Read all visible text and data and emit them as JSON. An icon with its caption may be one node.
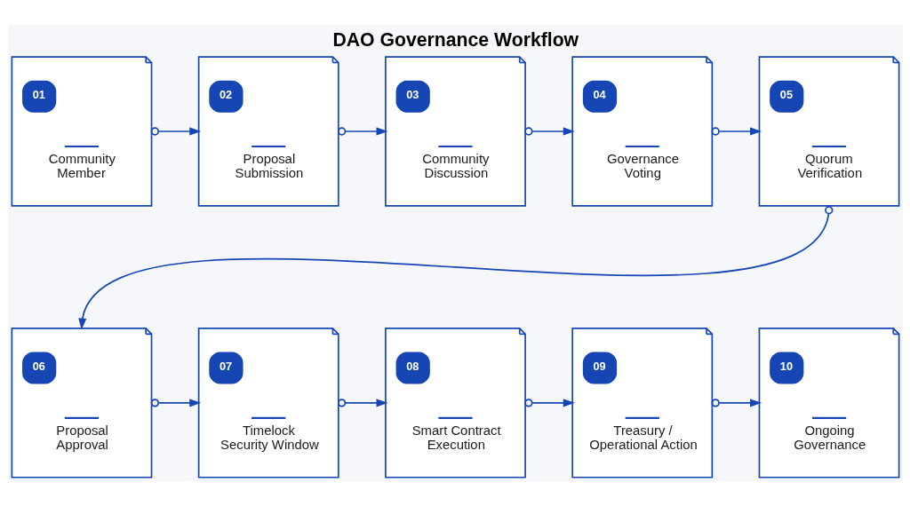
{
  "diagram": {
    "title": "DAO Governance Workflow",
    "nodes": [
      {
        "text": [
          "01",
          "Community Member"
        ]
      },
      {
        "text": [
          "02",
          "Proposal Submission"
        ]
      },
      {
        "text": [
          "03",
          "Community Discussion"
        ]
      },
      {
        "text": [
          "04",
          "Governance Voting"
        ]
      },
      {
        "text": [
          "05",
          "Quorum Verification"
        ]
      },
      {
        "text": [
          "06",
          "Proposal Approval"
        ]
      },
      {
        "text": [
          "07",
          "Timelock Security Window"
        ]
      },
      {
        "text": [
          "08",
          "Smart Contract Execution"
        ]
      },
      {
        "text": [
          "09",
          "Treasury / Operational Action"
        ]
      },
      {
        "text": [
          "10",
          "Ongoing Governance"
        ]
      }
    ],
    "edges": [
      {
        "from": 0,
        "to": 1,
        "arrow": "to"
      },
      {
        "from": 1,
        "to": 2,
        "arrow": "to"
      },
      {
        "from": 2,
        "to": 3,
        "arrow": "to"
      },
      {
        "from": 3,
        "to": 4,
        "arrow": "to"
      },
      {
        "from": 4,
        "to": 5,
        "arrow": "to"
      },
      {
        "from": 5,
        "to": 6,
        "arrow": "to"
      },
      {
        "from": 6,
        "to": 7,
        "arrow": "to"
      },
      {
        "from": 7,
        "to": 8,
        "arrow": "to"
      },
      {
        "from": 8,
        "to": 9,
        "arrow": "to"
      }
    ]
  }
}
